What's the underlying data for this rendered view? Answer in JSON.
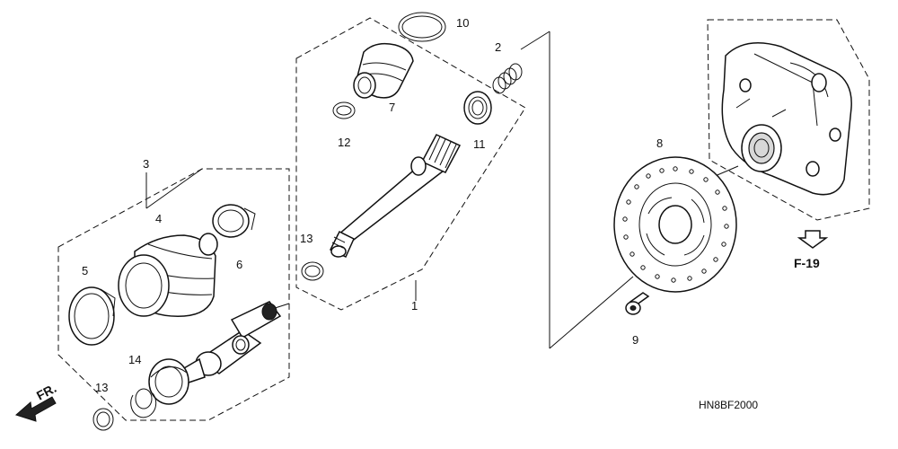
{
  "callouts": {
    "c1": "1",
    "c2": "2",
    "c3": "3",
    "c4": "4",
    "c5": "5",
    "c6": "6",
    "c7": "7",
    "c8": "8",
    "c9": "9",
    "c10": "10",
    "c11": "11",
    "c12": "12",
    "c13a": "13",
    "c13b": "13",
    "c14": "14"
  },
  "reference": "F-19",
  "front_label": "FR.",
  "figure_code": "HN8BF2000",
  "colors": {
    "ink": "#111111",
    "background": "#ffffff"
  }
}
